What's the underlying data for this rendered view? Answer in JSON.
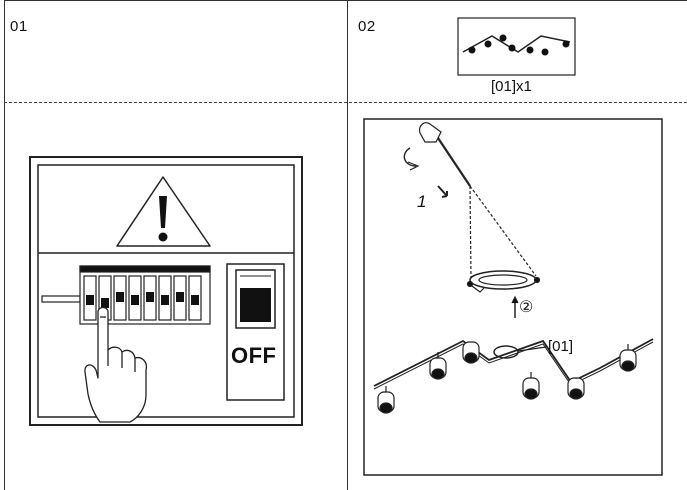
{
  "panels": [
    {
      "step": "01"
    },
    {
      "step": "02"
    }
  ],
  "parts": {
    "label": "[01]x1"
  },
  "switch": {
    "label": "OFF"
  },
  "install": {
    "step_one": "1",
    "step_two": "②",
    "callout": "[01]"
  }
}
